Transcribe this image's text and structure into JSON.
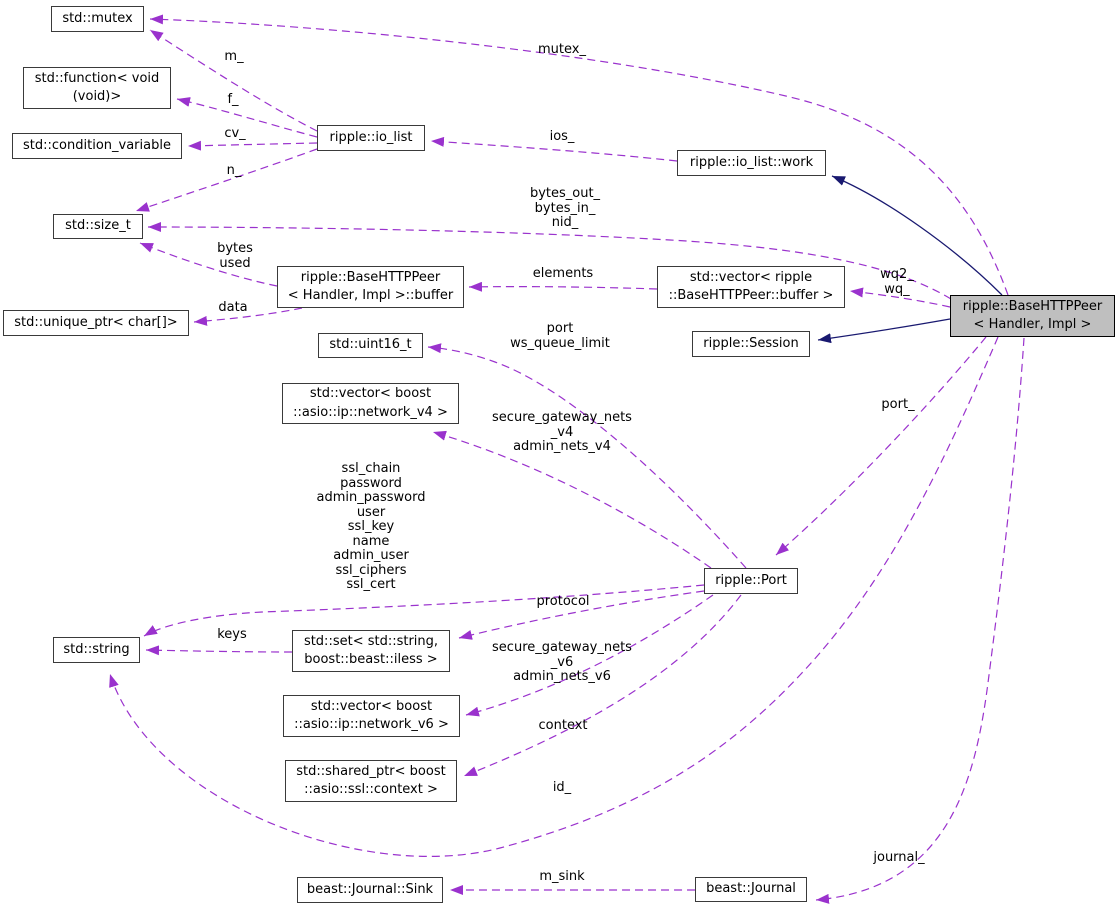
{
  "nodes": {
    "mutex": {
      "label": "std::mutex"
    },
    "function": {
      "label": "std::function< void\n(void)>"
    },
    "condvar": {
      "label": "std::condition_variable"
    },
    "iolist": {
      "label": "ripple::io_list"
    },
    "sizet": {
      "label": "std::size_t"
    },
    "buffer": {
      "label": "ripple::BaseHTTPPeer\n< Handler, Impl >::buffer"
    },
    "uniqueptr": {
      "label": "std::unique_ptr< char[]>"
    },
    "uint16": {
      "label": "std::uint16_t"
    },
    "vec4": {
      "label": "std::vector< boost\n::asio::ip::network_v4 >"
    },
    "work": {
      "label": "ripple::io_list::work"
    },
    "vecbuf": {
      "label": "std::vector< ripple\n::BaseHTTPPeer::buffer >"
    },
    "session": {
      "label": "ripple::Session"
    },
    "main": {
      "label": "ripple::BaseHTTPPeer\n< Handler, Impl >"
    },
    "port": {
      "label": "ripple::Port"
    },
    "string": {
      "label": "std::string"
    },
    "set": {
      "label": "std::set< std::string,\nboost::beast::iless >"
    },
    "vec6": {
      "label": "std::vector< boost\n::asio::ip::network_v6 >"
    },
    "sharedptr": {
      "label": "std::shared_ptr< boost\n::asio::ssl::context >"
    },
    "sink": {
      "label": "beast::Journal::Sink"
    },
    "journal": {
      "label": "beast::Journal"
    }
  },
  "edge_labels": {
    "m": "m_",
    "f": "f_",
    "cv": "cv_",
    "n": "n_",
    "mutex_": "mutex_",
    "ios": "ios_",
    "bytes_io": "bytes_out_\nbytes_in_\nnid_",
    "bytes_used": "bytes\nused",
    "data": "data",
    "elements": "elements",
    "wq": "wq2_\nwq_",
    "port_ws": "port\nws_queue_limit",
    "port_": "port_",
    "nets_v4": "secure_gateway_nets\n_v4\nadmin_nets_v4",
    "ssl": "ssl_chain\npassword\nadmin_password\nuser\nssl_key\nname\nadmin_user\nssl_ciphers\nssl_cert",
    "protocol": "protocol",
    "keys": "keys",
    "nets_v6": "secure_gateway_nets\n_v6\nadmin_nets_v6",
    "context": "context",
    "id_": "id_",
    "journal_": "journal_",
    "m_sink": "m_sink"
  },
  "colors": {
    "usage_edge": "#9a32cd",
    "inherit_edge": "#191970",
    "main_fill": "#bfbfbf",
    "node_fill": "#ffffff",
    "node_border": "#3a3a3a"
  }
}
